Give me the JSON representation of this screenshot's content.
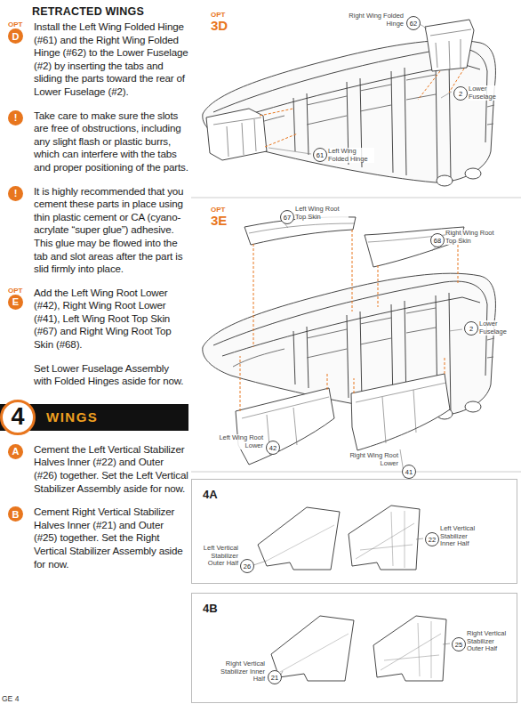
{
  "diagram": {
    "nodes": [
      {
        "text": [
          "D"
        ]
      },
      {
        "text": [
          "!"
        ]
      },
      {
        "text": [
          "!"
        ]
      },
      {
        "text": [
          "E"
        ]
      },
      {
        "text": [
          "WINGS"
        ]
      },
      {
        "text": [
          "4"
        ],
        "in": 4
      },
      {
        "text": [
          "A"
        ]
      },
      {
        "text": [
          "B"
        ]
      },
      {
        "text": [
          "4A"
        ]
      },
      {
        "text": [
          "4B"
        ]
      }
    ],
    "edges": [],
    "labels": [
      "RETRACTED WINGS",
      "OPT",
      "Install the Left Wing Folded Hinge (#61) and the Right Wing Folded Hinge (#62) to the Lower Fuselage (#2) by inserting the tabs and sliding the parts toward the rear of Lower Fuselage (#2).",
      "Take care to make sure the slots are free of obstructions, including any slight flash or plastic burrs, which can interfere with the tabs and proper positioning of the parts.",
      "It is highly recommended that you cement these parts in place using thin plastic cement or CA (cyano-acrylate “super glue”) adhesive. This glue may be flowed into the tab and slot areas after the part is slid firmly into place.",
      "OPT",
      "Add the Left Wing Root Lower (#42), Right Wing Root Lower (#41), Left Wing Root Top Skin (#67) and Right Wing Root Top Skin (#68).",
      "Set Lower Fuselage Assembly with Folded Hinges aside for now.",
      "Cement the Left Vertical Stabilizer Halves Inner (#22) and Outer (#26) together. Set the Left Vertical Stabilizer Assembly aside for now.",
      "Cement Right Vertical Stabilizer Halves Inner (#21) and Outer (#25) together. Set the Right Vertical Stabilizer Assembly aside for now.",
      "OPT",
      "3D",
      "Right Wing Folded Hinge",
      "62",
      "2",
      "Lower Fuselage",
      "61",
      "Left Wing Folded Hinge",
      "OPT",
      "3E",
      "67",
      "Left Wing Root Top Skin",
      "68",
      "Right Wing Root Top Skin",
      "2",
      "Lower Fuselage",
      "Left Wing Root Lower",
      "42",
      "Right Wing Root Lower",
      "41",
      "Left Vertical Stabilizer Outer Half",
      "26",
      "22",
      "Left Vertical Stabilizer Inner Half",
      "Right Vertical Stabilizer Inner Half",
      "21",
      "25",
      "Right Vertical Stabilizer Outer Half",
      "GE 4"
    ]
  }
}
